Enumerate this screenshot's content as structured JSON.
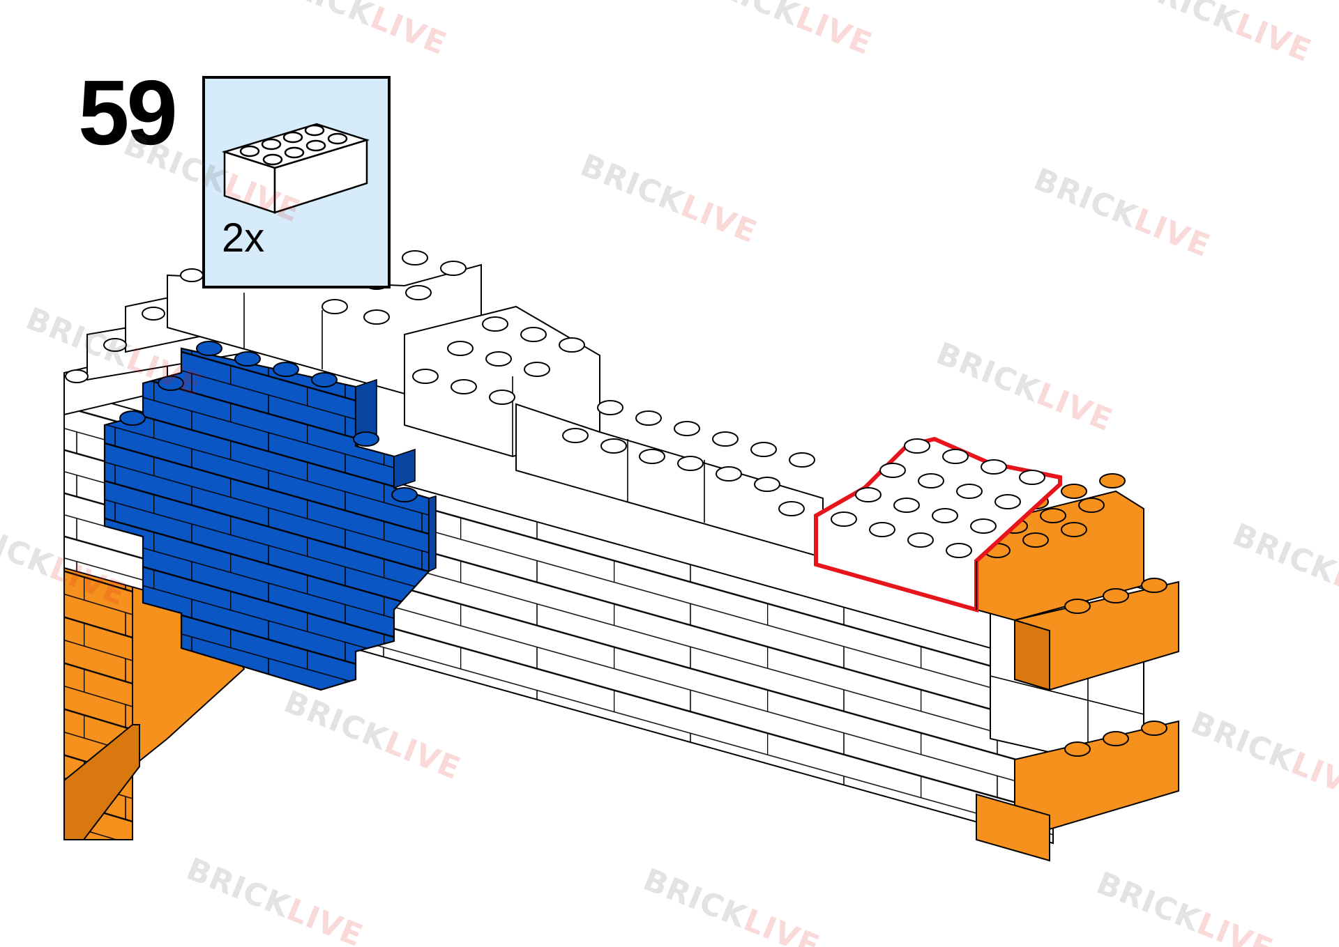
{
  "step": {
    "number": "59"
  },
  "parts_callout": {
    "quantity": "2x",
    "part": {
      "type": "brick",
      "studs": [
        2,
        4
      ],
      "color_name": "white",
      "color": "#ffffff"
    }
  },
  "highlight": {
    "color": "#e8141b",
    "description_target": "new-brick-position"
  },
  "colors": {
    "white_brick": "#ffffff",
    "blue_brick": "#0a56c4",
    "orange_brick": "#f6911e",
    "callout_background": "#d6ecfa",
    "outline": "#000000"
  },
  "watermark": {
    "part1": "BRICK",
    "part2": "LIVE"
  }
}
